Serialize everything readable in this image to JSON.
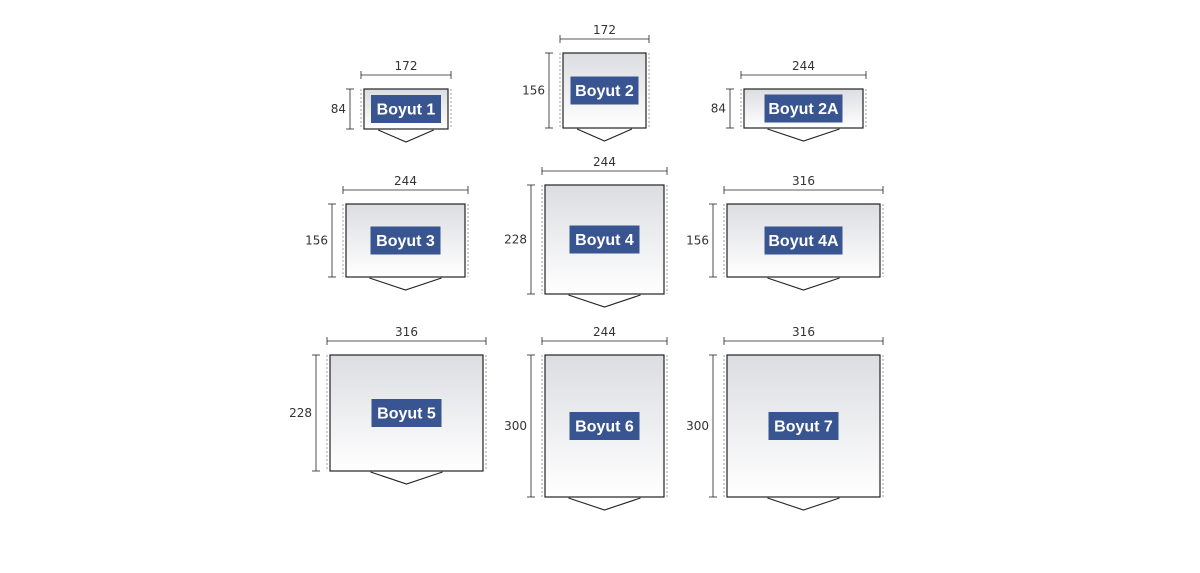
{
  "colors": {
    "label_bg": "#385591",
    "label_text": "#ffffff",
    "outline": "#222222",
    "guide": "#888888",
    "dim_text": "#333333",
    "fill_top": "#dcdde1",
    "fill_bottom": "#ffffff"
  },
  "sizes": [
    {
      "label": "Boyut 1",
      "width": "172",
      "depth": "84"
    },
    {
      "label": "Boyut 2",
      "width": "172",
      "depth": "156"
    },
    {
      "label": "Boyut 2A",
      "width": "244",
      "depth": "84"
    },
    {
      "label": "Boyut 3",
      "width": "244",
      "depth": "156"
    },
    {
      "label": "Boyut 4",
      "width": "244",
      "depth": "228"
    },
    {
      "label": "Boyut 4A",
      "width": "316",
      "depth": "156"
    },
    {
      "label": "Boyut 5",
      "width": "316",
      "depth": "228"
    },
    {
      "label": "Boyut 6",
      "width": "244",
      "depth": "300"
    },
    {
      "label": "Boyut 7",
      "width": "316",
      "depth": "300"
    }
  ]
}
